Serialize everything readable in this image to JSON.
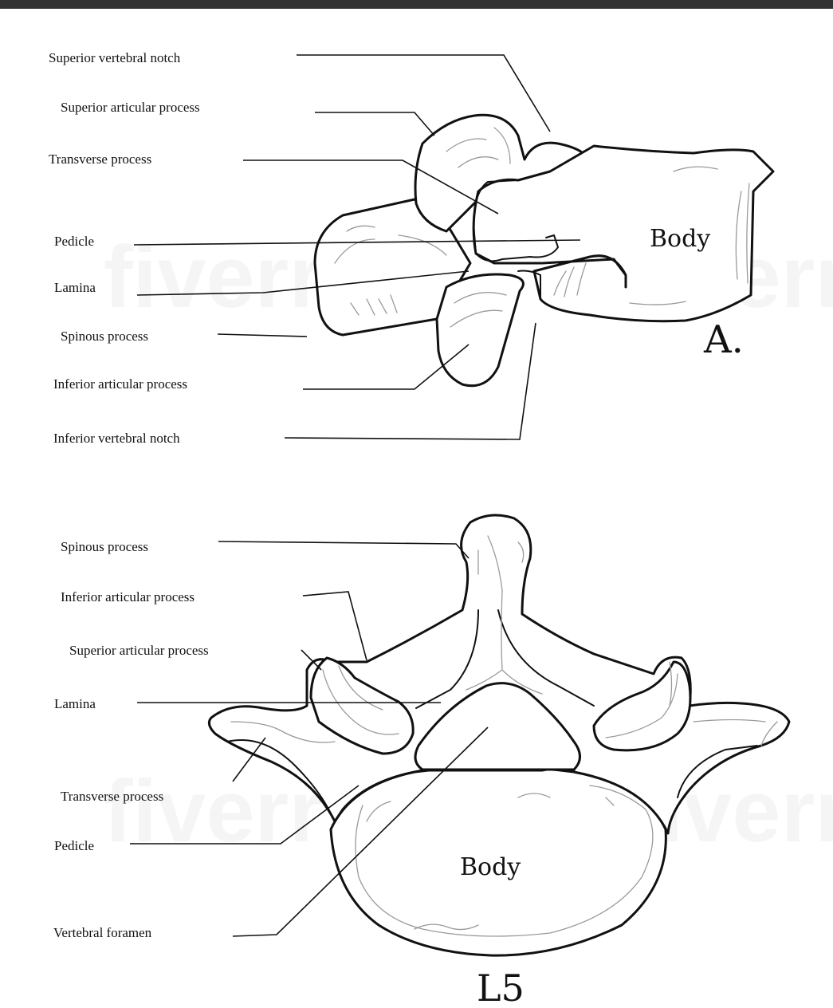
{
  "lateral_view": {
    "labels": [
      "Superior vertebral notch",
      "Superior articular process",
      "Transverse process",
      "Pedicle",
      "Lamina",
      "Spinous process",
      "Inferior articular process",
      "Inferior vertebral notch"
    ],
    "body_label": "Body",
    "view_letter": "A."
  },
  "superior_view": {
    "labels": [
      "Spinous process",
      "Inferior articular process",
      "Superior articular process",
      "Lamina",
      "Transverse process",
      "Pedicle",
      "Vertebral foramen"
    ],
    "body_label": "Body",
    "vertebra_name": "L5"
  },
  "watermark": "fiverr",
  "colors": {
    "line": "#111111",
    "detail": "#9a9a9a",
    "top_bar": "#333333"
  }
}
